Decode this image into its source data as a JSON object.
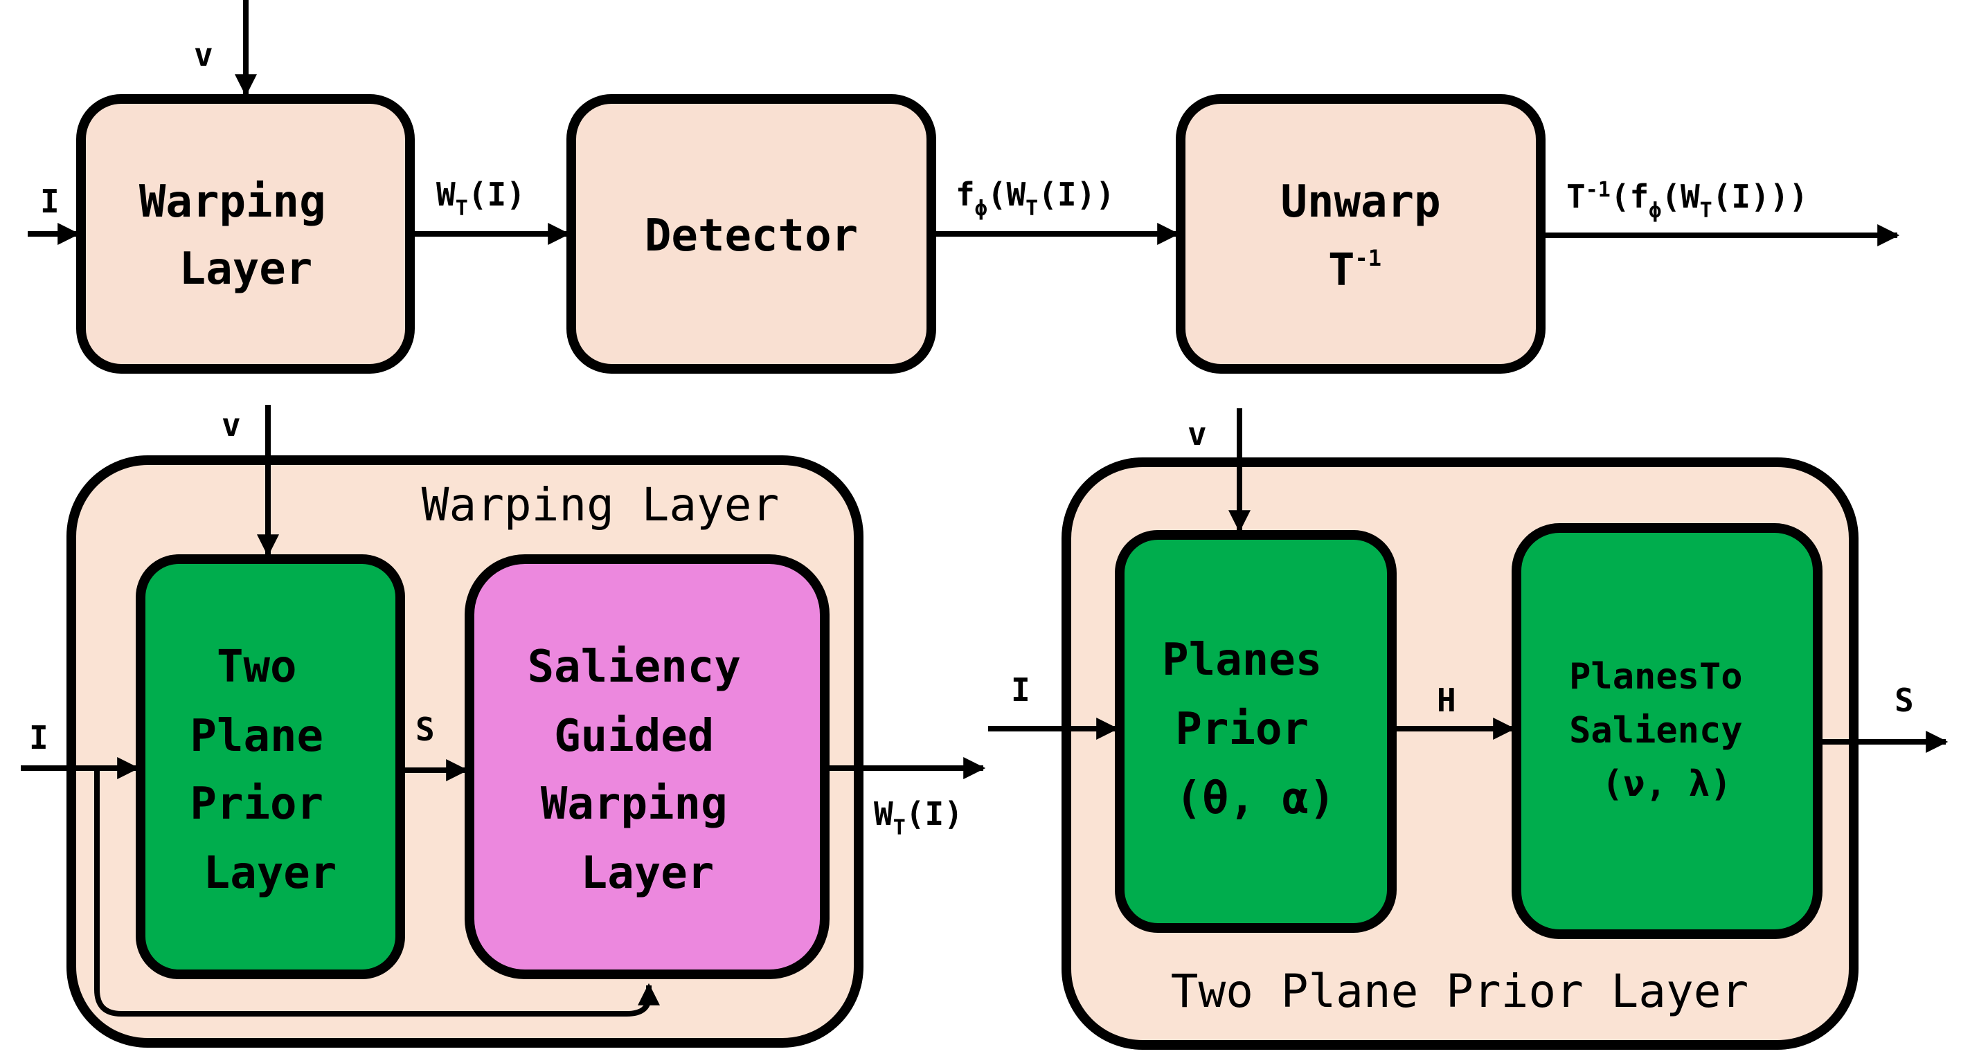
{
  "colors": {
    "background": "#ffffff",
    "block_fill": "#f9e0d2",
    "group_fill": "#fae3d4",
    "green": "#00ad4d",
    "pink": "#ec88de",
    "stroke": "#000000"
  },
  "top_row": {
    "input_v": "v",
    "input_i": "I",
    "warping_layer": [
      "Warping",
      "Layer"
    ],
    "sig_wt_base": "W",
    "sig_wt_sub": "T",
    "sig_wt_arg": "(I)",
    "detector": "Detector",
    "sig_f_base": "f",
    "sig_f_sub": "ϕ",
    "sig_f_open": "(W",
    "sig_f_sub2": "T",
    "sig_f_close": "(I))",
    "unwarp": "Unwarp",
    "unwarp_t": "T",
    "unwarp_sup": "-1",
    "out_t": "T",
    "out_sup": "-1",
    "out_open": "(f",
    "out_sub": "ϕ",
    "out_mid": "(W",
    "out_sub2": "T",
    "out_close": "(I)))"
  },
  "warping_detail": {
    "title": "Warping Layer",
    "input_v": "v",
    "input_i": "I",
    "two_plane_prior_layer": [
      "Two",
      "Plane",
      "Prior",
      "Layer"
    ],
    "sig_s": "S",
    "saliency_guided_warping_layer": [
      "Saliency",
      "Guided",
      "Warping",
      "Layer"
    ],
    "out_base": "W",
    "out_sub": "T",
    "out_arg": "(I)"
  },
  "prior_detail": {
    "title": "Two Plane Prior Layer",
    "input_v": "v",
    "input_i": "I",
    "planes_prior": [
      "Planes",
      "Prior",
      "(θ, α)"
    ],
    "sig_h": "H",
    "planes_to_saliency": [
      "PlanesTo",
      "Saliency",
      "(ν, λ)"
    ],
    "out_s": "S"
  }
}
